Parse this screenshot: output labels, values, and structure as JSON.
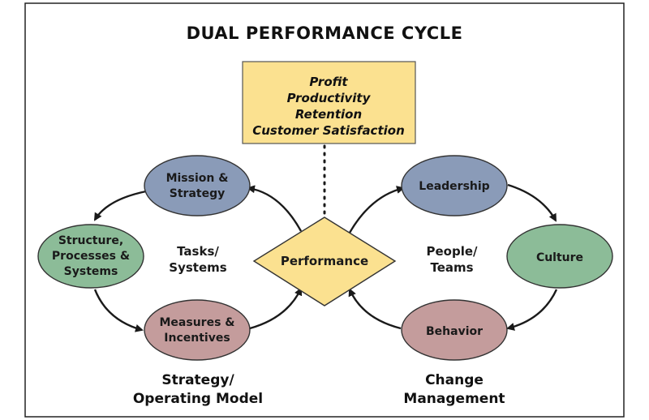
{
  "title": "DUAL PERFORMANCE CYCLE",
  "outcomes": [
    "Profit",
    "Productivity",
    "Retention",
    "Customer Satisfaction"
  ],
  "center": "Performance",
  "left_cycle": {
    "label": [
      "Tasks/",
      "Systems"
    ],
    "nodes": {
      "mission": [
        "Mission &",
        "Strategy"
      ],
      "structure": [
        "Structure,",
        "Processes &",
        "Systems"
      ],
      "measures": [
        "Measures &",
        "Incentives"
      ]
    },
    "caption": [
      "Strategy/",
      "Operating Model"
    ]
  },
  "right_cycle": {
    "label": [
      "People/",
      "Teams"
    ],
    "nodes": {
      "leadership": [
        "Leadership"
      ],
      "culture": [
        "Culture"
      ],
      "behavior": [
        "Behavior"
      ]
    },
    "caption": [
      "Change",
      "Management"
    ]
  },
  "colors": {
    "blue_node": "#8a9bb8",
    "green_node": "#8cbc98",
    "rose_node": "#c49c9c",
    "diamond": "#fbe190",
    "outcome_box": "#fbe190",
    "border": "#222222"
  }
}
